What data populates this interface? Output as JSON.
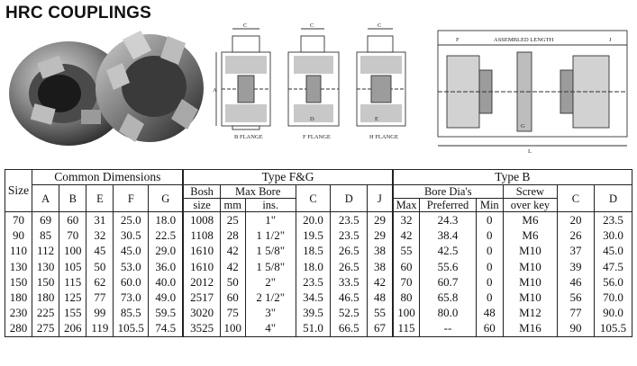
{
  "title": "HRC COUPLINGS",
  "drawing_labels": {
    "b_flange": "B FLANGE",
    "f_flange": "F FLANGE",
    "h_flange": "H FLANGE",
    "assembled_length": "ASSEMBLED LENGTH",
    "dim_c": "C",
    "dim_d": "D",
    "dim_f": "F",
    "dim_j": "J",
    "dim_g": "G",
    "dim_a": "A",
    "dim_e": "E",
    "dim_l": "L"
  },
  "table": {
    "group_common": "Common Dimensions",
    "group_fg": "Type    F&G",
    "group_b": "Type    B",
    "h_size": "Size",
    "h_a": "A",
    "h_b": "B",
    "h_e": "E",
    "h_f": "F",
    "h_g": "G",
    "h_bosh_1": "Bosh",
    "h_bosh_2": "size",
    "h_maxbore": "Max Bore",
    "h_mm": "mm",
    "h_ins": "ins.",
    "h_c": "C",
    "h_d": "D",
    "h_j": "J",
    "h_boredia": "Bore Dia's",
    "h_max": "Max",
    "h_preferred": "Preferred",
    "h_min": "Min",
    "h_screw_1": "Screw",
    "h_screw_2": "over key",
    "h_c2": "C",
    "h_d2": "D",
    "rows": [
      [
        "70",
        "69",
        "60",
        "31",
        "25.0",
        "18.0",
        "1008",
        "25",
        "1\"",
        "20.0",
        "23.5",
        "29",
        "32",
        "24.3",
        "0",
        "M6",
        "20",
        "23.5"
      ],
      [
        "90",
        "85",
        "70",
        "32",
        "30.5",
        "22.5",
        "1108",
        "28",
        "1 1/2\"",
        "19.5",
        "23.5",
        "29",
        "42",
        "38.4",
        "0",
        "M6",
        "26",
        "30.0"
      ],
      [
        "110",
        "112",
        "100",
        "45",
        "45.0",
        "29.0",
        "1610",
        "42",
        "1 5/8\"",
        "18.5",
        "26.5",
        "38",
        "55",
        "42.5",
        "0",
        "M10",
        "37",
        "45.0"
      ],
      [
        "130",
        "130",
        "105",
        "50",
        "53.0",
        "36.0",
        "1610",
        "42",
        "1 5/8\"",
        "18.0",
        "26.5",
        "38",
        "60",
        "55.6",
        "0",
        "M10",
        "39",
        "47.5"
      ],
      [
        "150",
        "150",
        "115",
        "62",
        "60.0",
        "40.0",
        "2012",
        "50",
        "2\"",
        "23.5",
        "33.5",
        "42",
        "70",
        "60.7",
        "0",
        "M10",
        "46",
        "56.0"
      ],
      [
        "180",
        "180",
        "125",
        "77",
        "73.0",
        "49.0",
        "2517",
        "60",
        "2 1/2\"",
        "34.5",
        "46.5",
        "48",
        "80",
        "65.8",
        "0",
        "M10",
        "56",
        "70.0"
      ],
      [
        "230",
        "225",
        "155",
        "99",
        "85.5",
        "59.5",
        "3020",
        "75",
        "3\"",
        "39.5",
        "52.5",
        "55",
        "100",
        "80.0",
        "48",
        "M12",
        "77",
        "90.0"
      ],
      [
        "280",
        "275",
        "206",
        "119",
        "105.5",
        "74.5",
        "3525",
        "100",
        "4\"",
        "51.0",
        "66.5",
        "67",
        "115",
        "--",
        "60",
        "M16",
        "90",
        "105.5"
      ]
    ]
  }
}
